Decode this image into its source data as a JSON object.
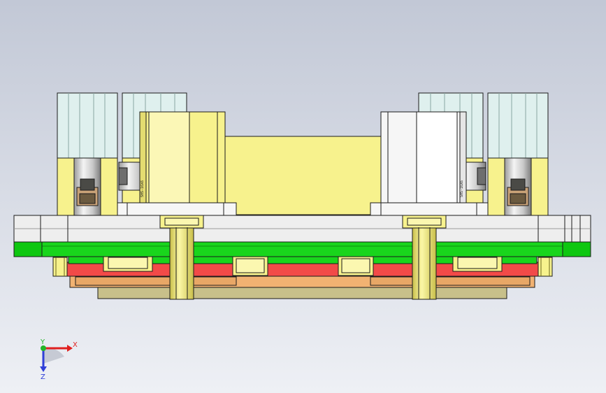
{
  "viewport": {
    "background_top": "#c2c8d6",
    "background_bottom": "#eef0f5"
  },
  "colors": {
    "outline": "#1b1b1b",
    "cylinder_body": "#dff0ee",
    "yellow": "#f7f28d",
    "yellow_dark": "#d8cf5c",
    "white_block": "#f6f6f6",
    "plate_light": "#eeeeee",
    "green": "#19d51c",
    "red": "#f24a48",
    "tan": "#f1b272",
    "olive_base": "#c8c08a",
    "bolt": "#4a4a46",
    "magenta": "#e85ee0"
  },
  "part_labels": {
    "left_screw": "SHS-16X6",
    "right_screw": "SHS-16X6"
  },
  "triad": {
    "x_label": "X",
    "y_label": "Y",
    "z_label": "Z",
    "x_color": "#e0201f",
    "y_color": "#22b526",
    "z_color": "#2f3fd8"
  }
}
